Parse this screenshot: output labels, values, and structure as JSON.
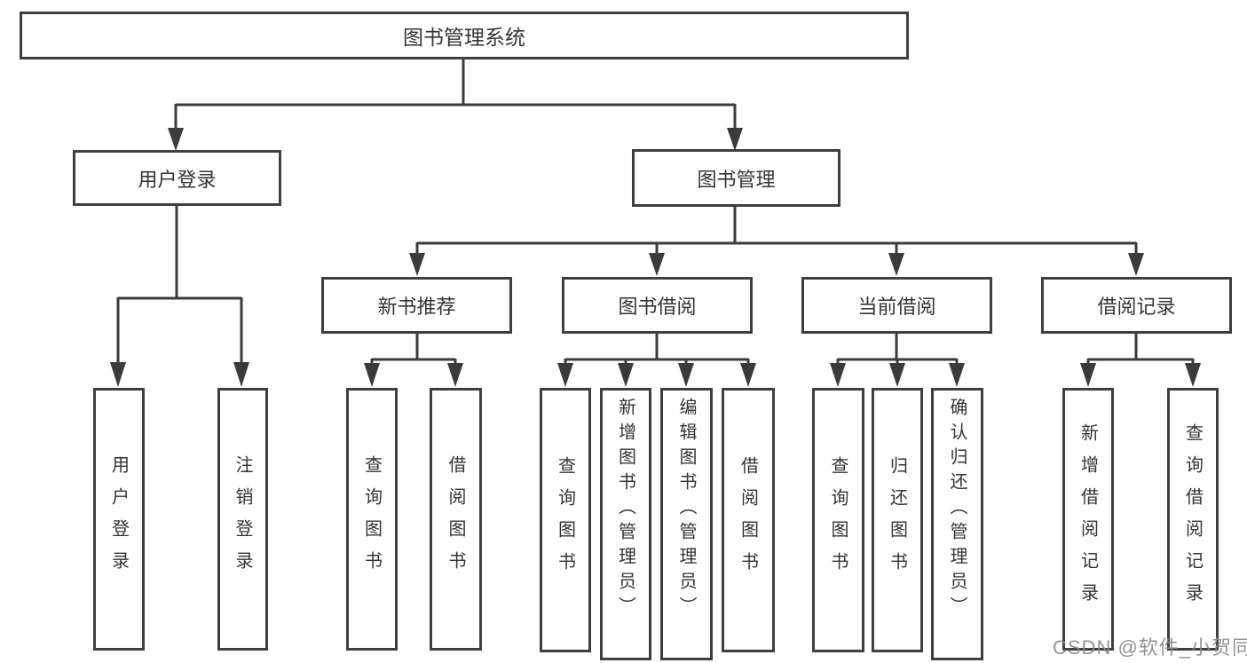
{
  "diagram": {
    "title": "图书管理系统",
    "tree": {
      "label": "图书管理系统",
      "children": [
        {
          "label": "用户登录",
          "children": [
            {
              "label": "用户登录"
            },
            {
              "label": "注销登录"
            }
          ]
        },
        {
          "label": "图书管理",
          "children": [
            {
              "label": "新书推荐",
              "children": [
                {
                  "label": "查询图书"
                },
                {
                  "label": "借阅图书"
                }
              ]
            },
            {
              "label": "图书借阅",
              "children": [
                {
                  "label": "查询图书"
                },
                {
                  "label": "新增图书（管理员）"
                },
                {
                  "label": "编辑图书（管理员）"
                },
                {
                  "label": "借阅图书"
                }
              ]
            },
            {
              "label": "当前借阅",
              "children": [
                {
                  "label": "查询图书"
                },
                {
                  "label": "归还图书"
                },
                {
                  "label": "确认归还（管理员）"
                }
              ]
            },
            {
              "label": "借阅记录",
              "children": [
                {
                  "label": "新增借阅记录"
                },
                {
                  "label": "查询借阅记录"
                }
              ]
            }
          ]
        }
      ]
    }
  },
  "watermark": {
    "text": "CSDN @软件_小贺同学"
  },
  "colors": {
    "line": "#3b3b3b",
    "box_border": "#3f3f3f",
    "text": "#343434",
    "watermark": "#8a8a8a",
    "background": "#ffffff"
  }
}
